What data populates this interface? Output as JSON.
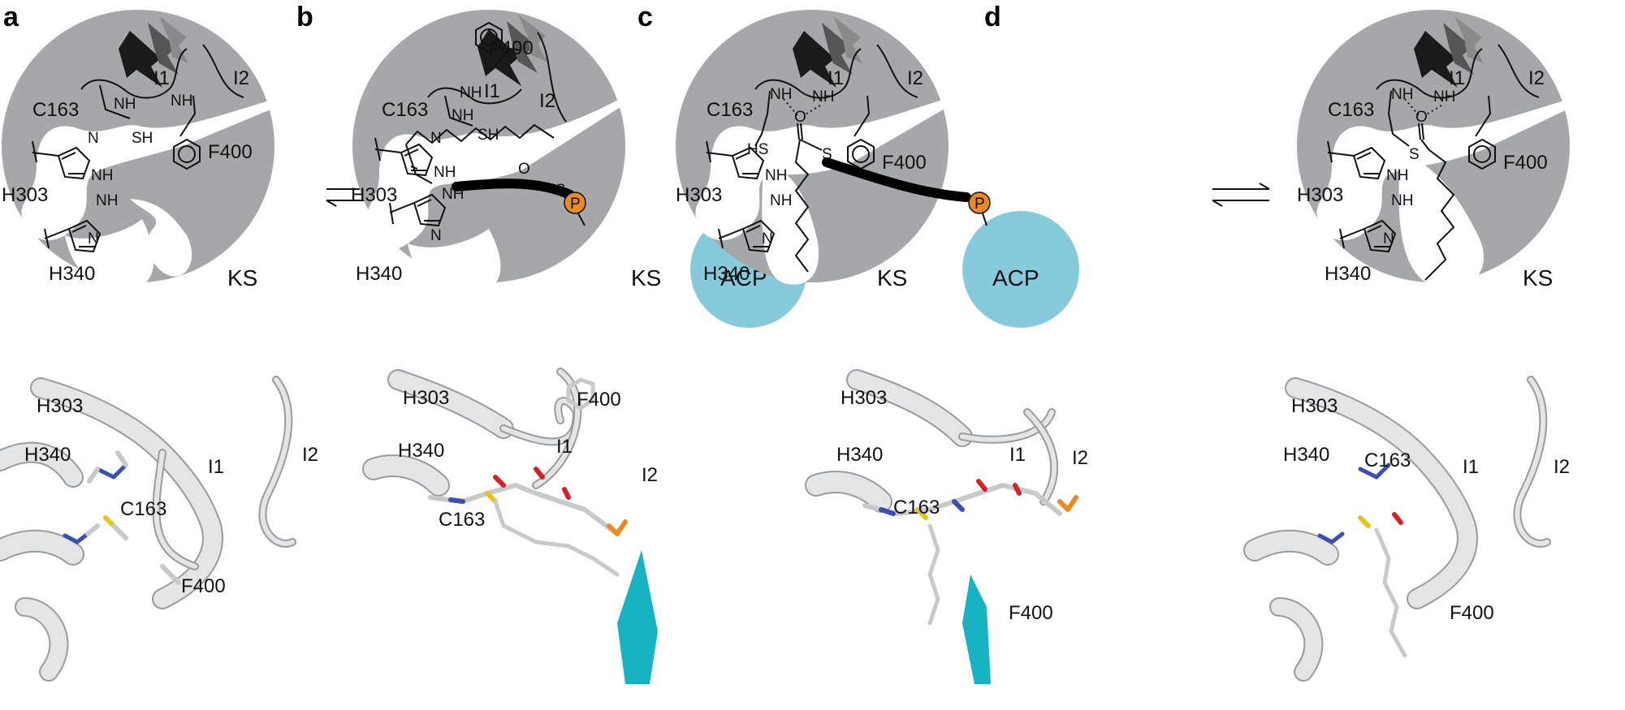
{
  "panels": [
    {
      "letter": "a",
      "labels": {
        "c163": "C163",
        "h303": "H303",
        "h340": "H340",
        "f400": "F400",
        "i1": "I1",
        "i2": "I2",
        "ks": "KS",
        "sh": "SH"
      }
    },
    {
      "letter": "b",
      "labels": {
        "c163": "C163",
        "h303": "H303",
        "h340": "H340",
        "f400": "F400",
        "i1": "I1",
        "i2": "I2",
        "ks": "KS",
        "acp": "ACP",
        "p": "P",
        "sh": "SH"
      }
    },
    {
      "letter": "c",
      "labels": {
        "c163": "C163",
        "h303": "H303",
        "h340": "H340",
        "f400": "F400",
        "i1": "I1",
        "i2": "I2",
        "ks": "KS",
        "acp": "ACP",
        "p": "P",
        "hs": "HS"
      }
    },
    {
      "letter": "d",
      "labels": {
        "c163": "C163",
        "h303": "H303",
        "h340": "H340",
        "f400": "F400",
        "i1": "I1",
        "i2": "I2",
        "ks": "KS"
      }
    }
  ],
  "structures": [
    {
      "labels": {
        "h303": "H303",
        "h340": "H340",
        "c163": "C163",
        "f400": "F400",
        "i1": "I1",
        "i2": "I2"
      }
    },
    {
      "labels": {
        "h303": "H303",
        "h340": "H340",
        "c163": "C163",
        "f400": "F400",
        "i1": "I1",
        "i2": "I2"
      }
    },
    {
      "labels": {
        "h303": "H303",
        "h340": "H340",
        "c163": "C163",
        "f400": "F400",
        "i1": "I1",
        "i2": "I2"
      }
    },
    {
      "labels": {
        "h303": "H303",
        "h340": "H340",
        "c163": "C163",
        "f400": "F400",
        "i1": "I1",
        "i2": "I2"
      }
    }
  ],
  "atoms": {
    "nh": "NH",
    "n": "N",
    "o": "O",
    "s": "S"
  },
  "colors": {
    "ks_gray": "#a6a7aa",
    "acp_blue": "#87cadb",
    "phosphate_orange": "#e98a27",
    "protein_cyan": "#17b3c3",
    "nitrogen_blue": "#3b4fae",
    "oxygen_red": "#d2232a",
    "sulfur_yellow": "#e6c21e"
  },
  "icons": {
    "equilibrium": "equilibrium-arrows-icon"
  }
}
